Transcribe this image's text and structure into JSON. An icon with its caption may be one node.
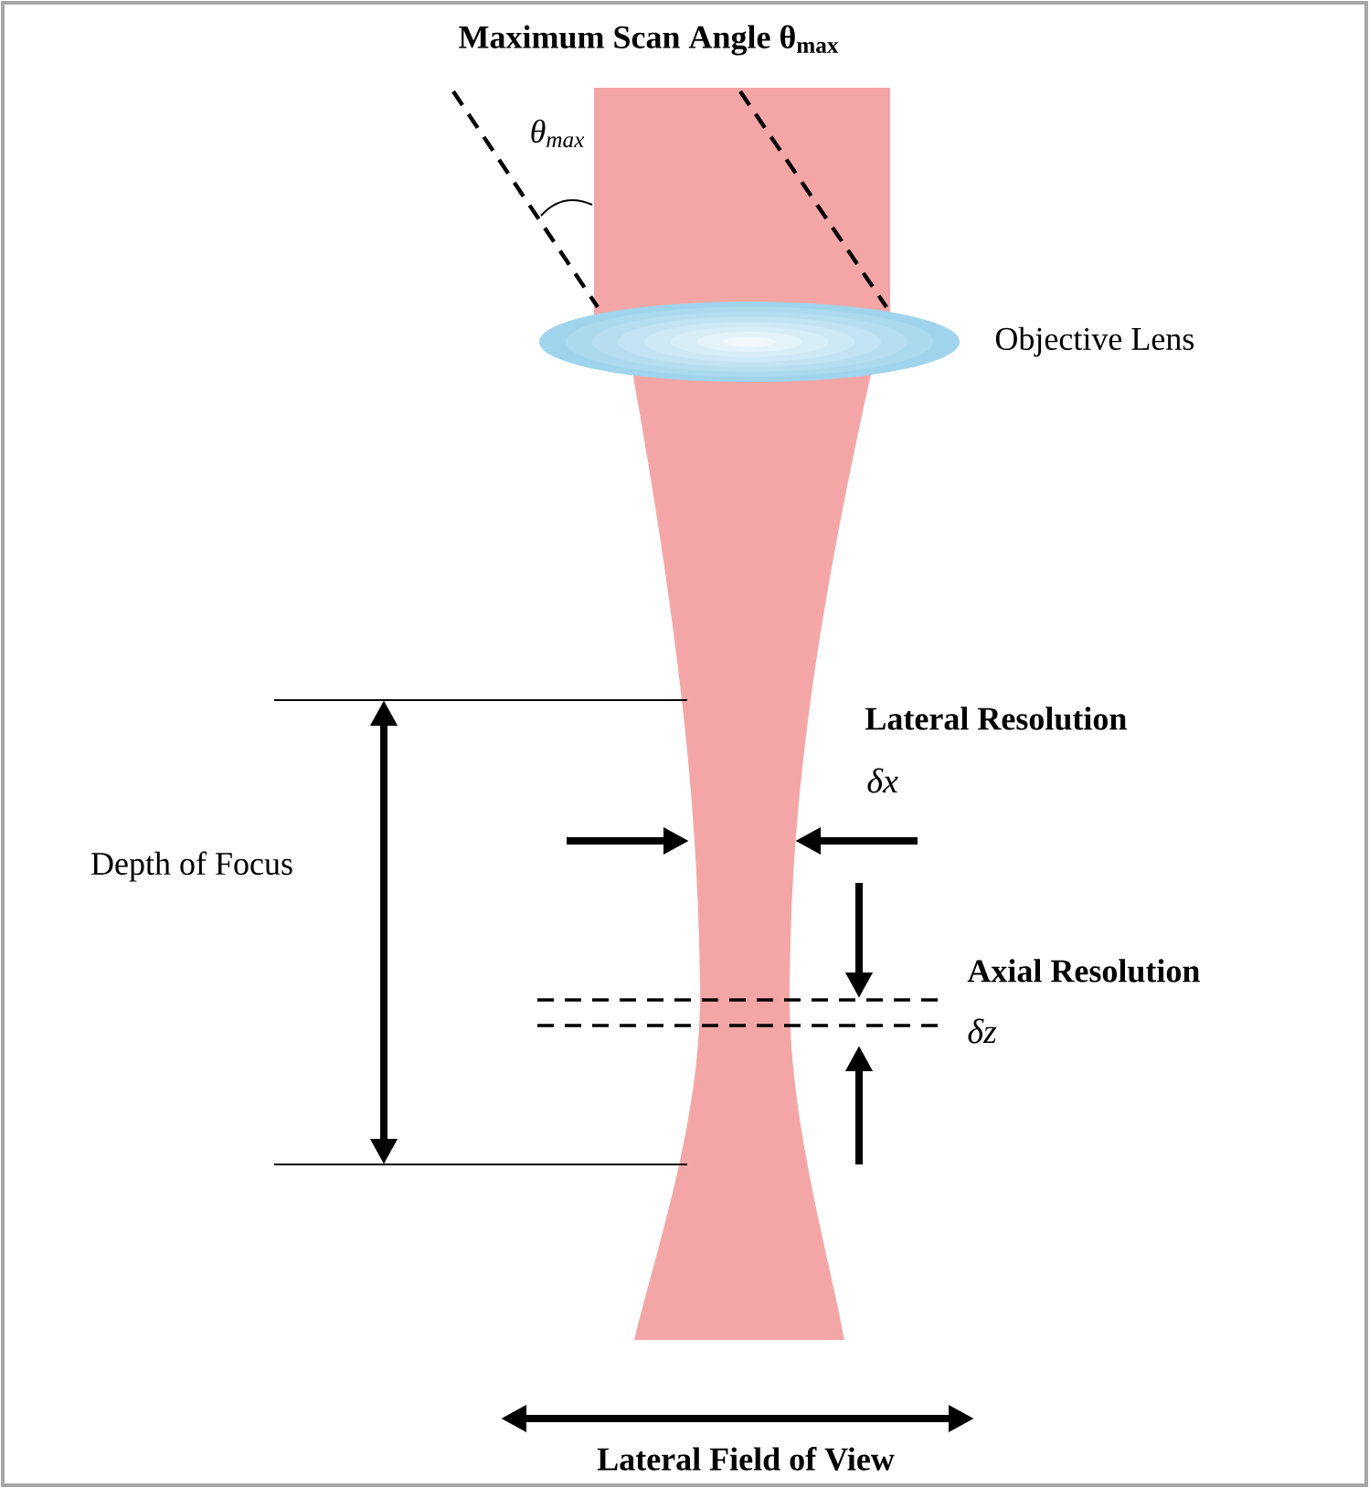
{
  "diagram": {
    "labels": [
      "Maximum Scan Angle θ$_{max}$",
      "θ$_{max}$",
      "Objective Lens",
      "Lateral Resolution",
      "δx",
      "Depth of Focus",
      "Axial Resolution",
      "δz",
      "Lateral Field of View"
    ]
  }
}
